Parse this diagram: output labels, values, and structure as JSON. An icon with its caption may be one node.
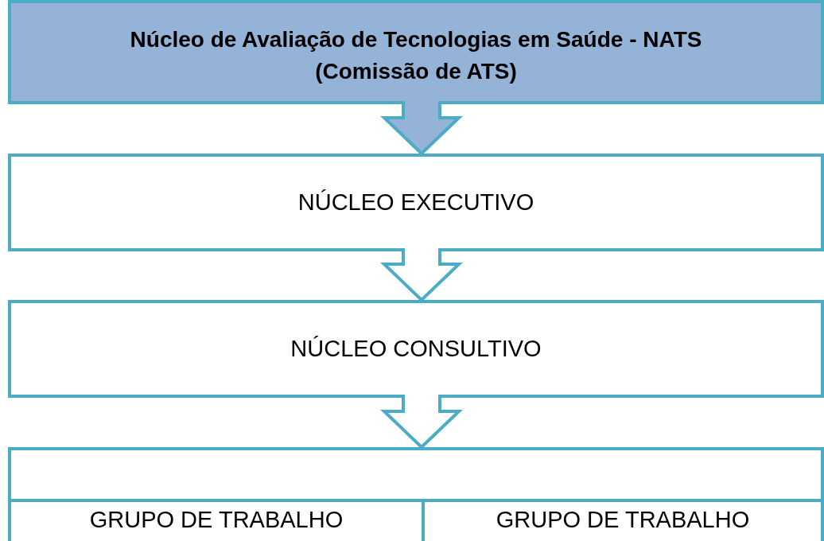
{
  "diagram": {
    "nodes": [
      {
        "text": [
          "Núcleo de Avaliação de Tecnologias em Saúde - NATS (Comissão de ATS)"
        ]
      },
      {
        "text": [
          "NÚCLEO EXECUTIVO"
        ]
      },
      {
        "text": [
          "NÚCLEO CONSULTIVO"
        ]
      },
      {
        "text": [],
        "shape": "box"
      },
      {
        "text": [
          "GRUPO DE TRABALHO"
        ],
        "in": 3
      },
      {
        "text": [
          "GRUPO DE TRABALHO"
        ],
        "in": 3
      }
    ],
    "edges": [
      {
        "from": 0,
        "to": 1,
        "arrow": "to",
        "color": "#95b3d7"
      },
      {
        "from": 1,
        "to": 2,
        "arrow": "to"
      },
      {
        "from": 2,
        "to": 3,
        "arrow": "to"
      }
    ]
  }
}
